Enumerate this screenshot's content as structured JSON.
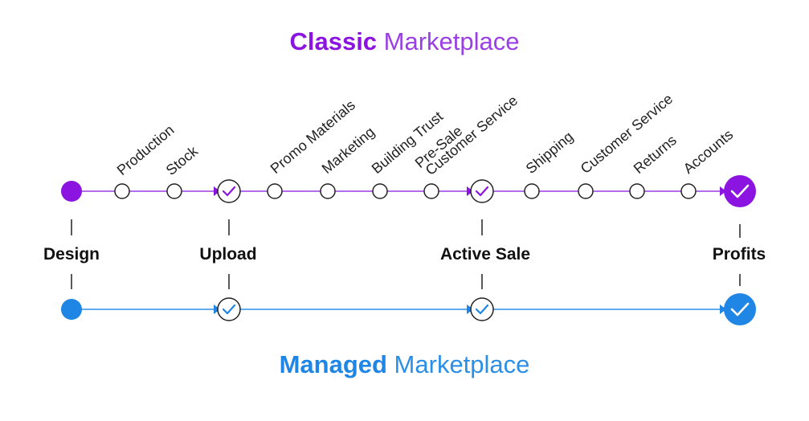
{
  "classic": {
    "title_strong": "Classic",
    "title_rest": " Marketplace",
    "color": "#8b14e0",
    "steps": [
      "Production",
      "Stock",
      "Promo Materials",
      "Marketing",
      "Building Trust",
      "Pre-Sale",
      "Customer Service",
      "Shipping",
      "Customer Service",
      "Returns",
      "Accounts"
    ]
  },
  "managed": {
    "title_strong": "Managed",
    "title_rest": " Marketplace",
    "color": "#1f86e6"
  },
  "milestones": [
    "Design",
    "Upload",
    "Active Sale",
    "Profits"
  ],
  "icons": {
    "start": "filled-circle-icon",
    "checkpoint": "check-circle-icon",
    "end": "check-badge-icon",
    "step": "empty-circle-icon"
  }
}
